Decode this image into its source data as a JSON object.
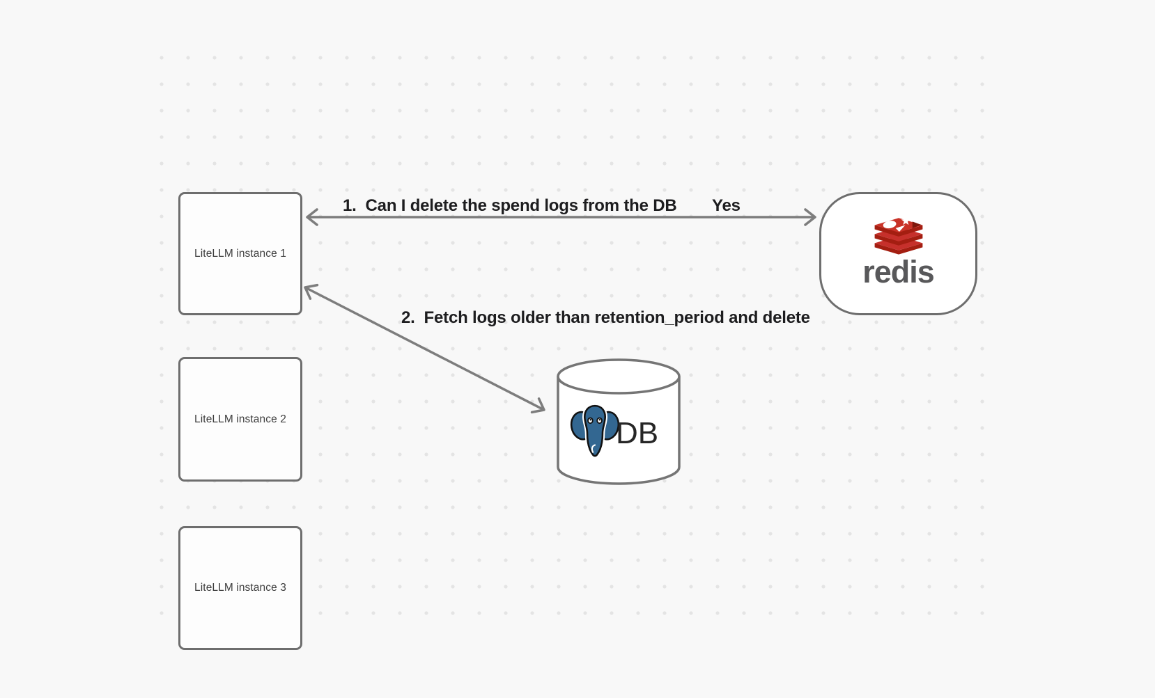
{
  "canvas": {
    "background": "#f8f8f8",
    "dot_color": "#e4e4e4"
  },
  "nodes": {
    "instances": [
      {
        "label": "LiteLLM instance 1"
      },
      {
        "label": "LiteLLM instance 2"
      },
      {
        "label": "LiteLLM instance 3"
      }
    ],
    "redis": {
      "wordmark": "redis"
    },
    "db": {
      "label": "DB"
    }
  },
  "edges": [
    {
      "label": "1.  Can I delete the spend logs from the DB",
      "response": "Yes",
      "from": "LiteLLM instance 1",
      "to": "redis",
      "arrows": "both"
    },
    {
      "label": "2.  Fetch logs older than retention_period and delete",
      "from": "LiteLLM instance 1",
      "to": "DB",
      "arrows": "both"
    }
  ],
  "colors": {
    "node_border": "#6e6e6e",
    "arrow": "#7d7d7d",
    "label_text": "#1d1d1f",
    "redis_red": "#C6302B",
    "redis_dark_red": "#A41E11",
    "redis_wordmark": "#58585A",
    "postgres_blue": "#336791"
  }
}
